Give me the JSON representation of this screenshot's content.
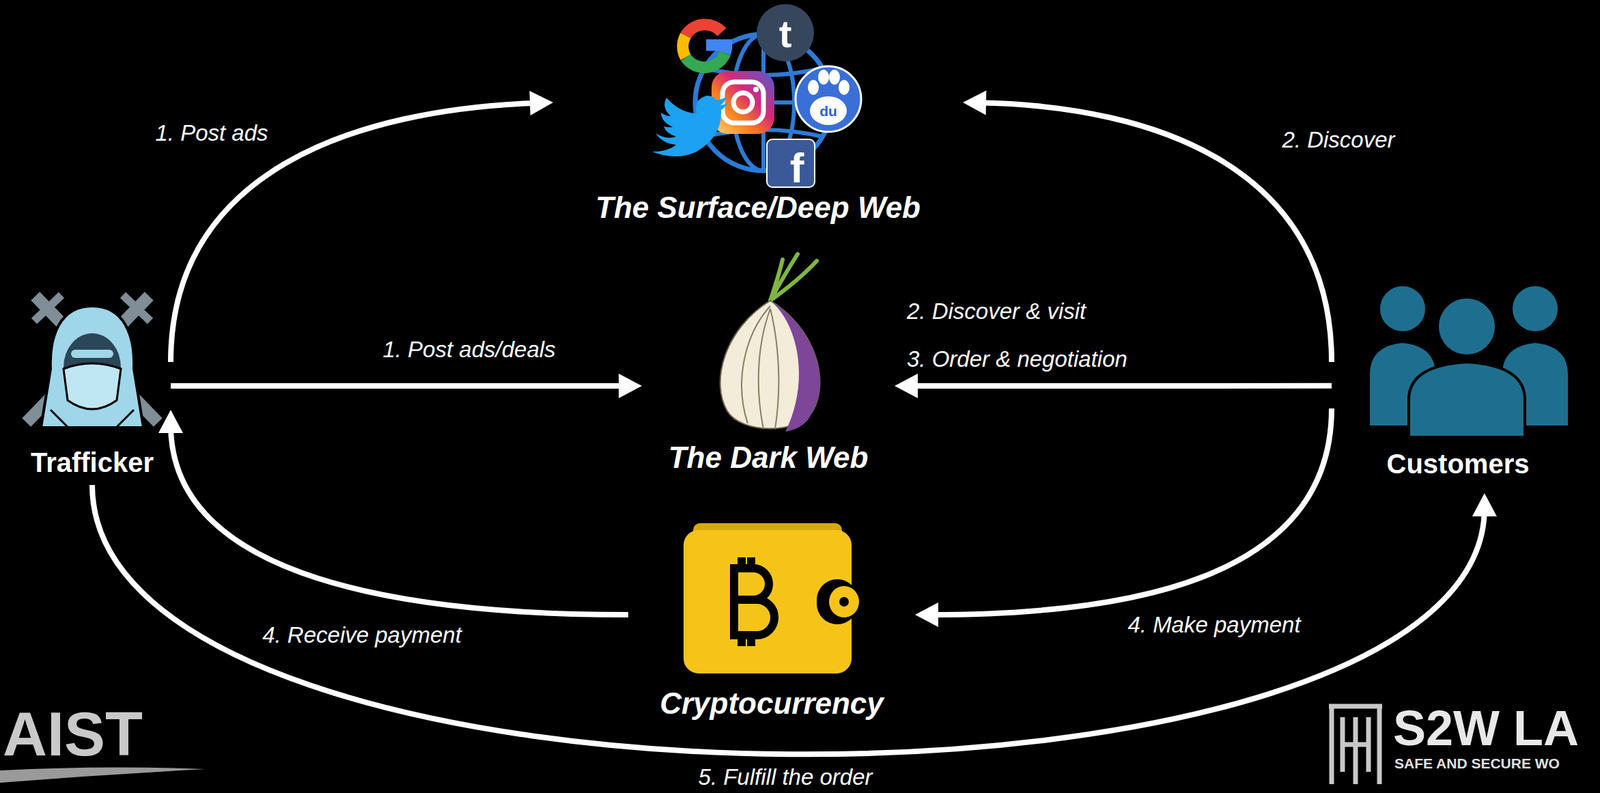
{
  "diagram": {
    "nodes": [
      {
        "text": [
          "The Surface/Deep Web"
        ]
      },
      {
        "text": [
          "Trafficker"
        ]
      },
      {
        "text": [
          "The Dark Web"
        ]
      },
      {
        "text": [
          "Customers"
        ]
      },
      {
        "text": [
          "Cryptocurrency"
        ]
      }
    ],
    "edges": [
      {
        "from": 1,
        "to": 0,
        "arrow": "to",
        "label": "1. Post ads"
      },
      {
        "from": 3,
        "to": 0,
        "arrow": "to",
        "label": "2. Discover"
      },
      {
        "from": 1,
        "to": 2,
        "arrow": "to",
        "label": "1. Post ads/deals"
      },
      {
        "from": 3,
        "to": 2,
        "arrow": "to",
        "label": "2. Discover & visit"
      },
      {
        "from": 3,
        "to": 4,
        "arrow": "to",
        "label": "4. Make payment"
      },
      {
        "from": 4,
        "to": 1,
        "arrow": "to",
        "label": "4. Receive payment"
      },
      {
        "from": 1,
        "to": 3,
        "arrow": "to",
        "label": "5. Fulfill the order"
      }
    ],
    "labels": [
      "3. Order & negotiation",
      "t",
      "du",
      "f",
      "AIST",
      "S2W LA",
      "SAFE AND SECURE WO"
    ]
  }
}
